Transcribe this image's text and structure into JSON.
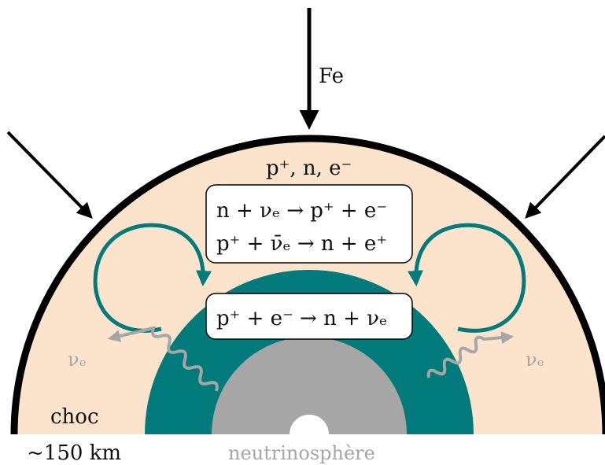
{
  "colors": {
    "outer_shell": "#fce4cc",
    "neutrinosphere_ring": "#007a7a",
    "core": "#a6a6a6",
    "center": "#ffffff",
    "shock": "#000000",
    "convection": "#007a7a",
    "neutrino_wave": "#a6a6a6"
  },
  "infall": {
    "label": "Fe"
  },
  "composition": {
    "label": "p⁺, n, e⁻"
  },
  "reactions_top": {
    "line1": "n + νₑ → p⁺ + e⁻",
    "line2": "p⁺ + ν̄ₑ → n + e⁺"
  },
  "reaction_bottom": {
    "line1": "p⁺ + e⁻ → n + νₑ"
  },
  "neutrino_left": {
    "label": "νₑ"
  },
  "neutrino_right": {
    "label": "νₑ"
  },
  "shock": {
    "label": "choc",
    "radius_label": "~150 km"
  },
  "neutrinosphere": {
    "label": "neutrinosphère"
  }
}
